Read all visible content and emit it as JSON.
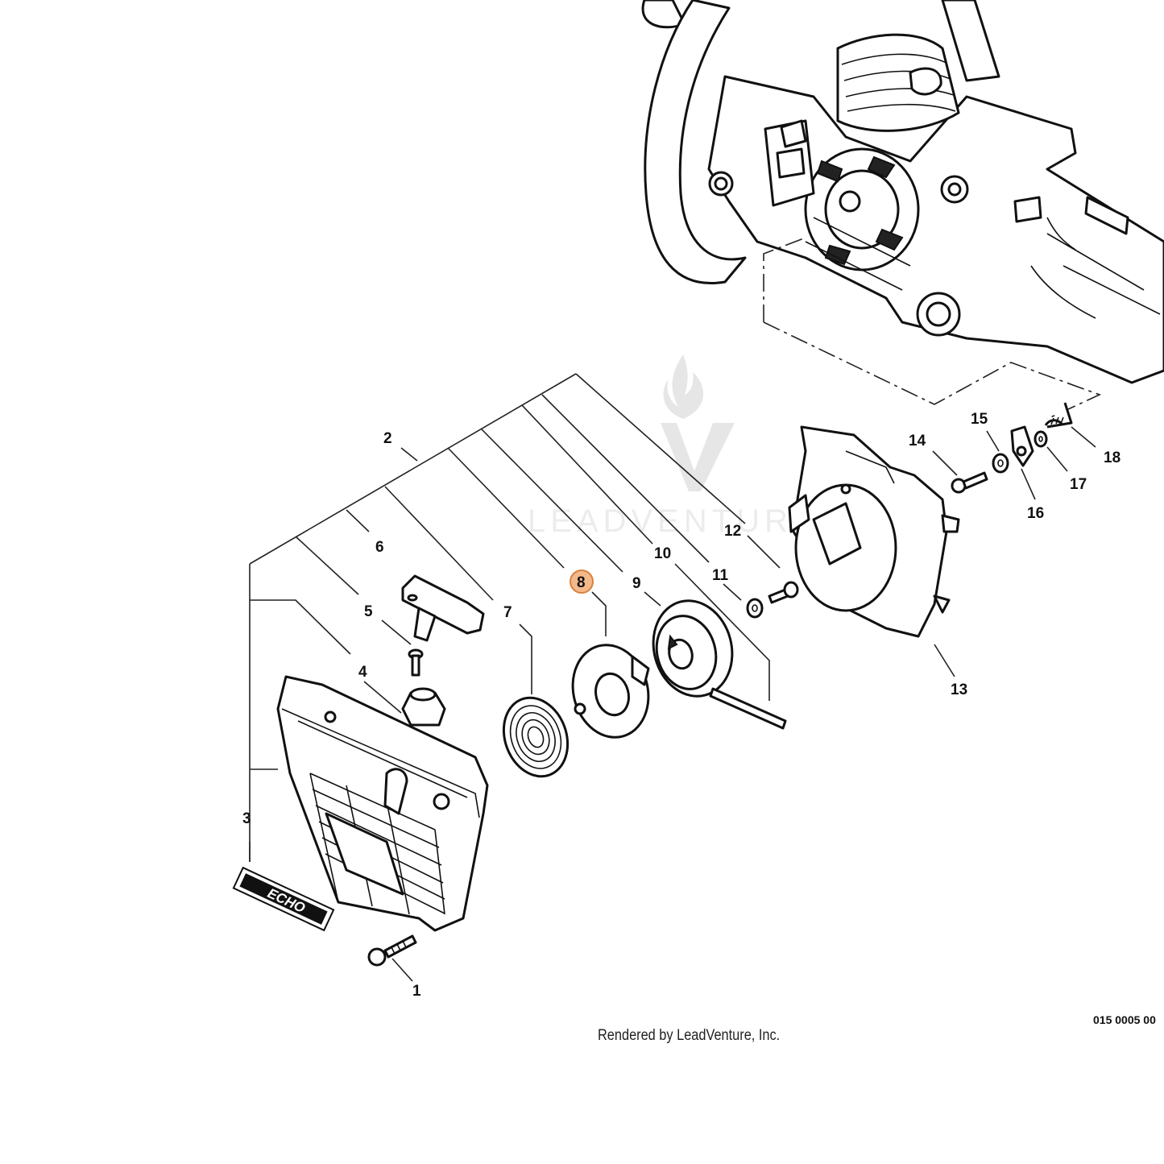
{
  "diagram": {
    "callouts": [
      "1",
      "2",
      "3",
      "4",
      "5",
      "6",
      "7",
      "8",
      "9",
      "10",
      "11",
      "12",
      "13",
      "14",
      "15",
      "16",
      "17",
      "18"
    ],
    "highlighted_callout": "8",
    "highlight_color": "#f2b98b",
    "decal_text": "ECHO",
    "watermark_text": "LEADVENTURE",
    "figure_number": "015 0005 00",
    "footer": "Rendered by LeadVenture, Inc."
  }
}
